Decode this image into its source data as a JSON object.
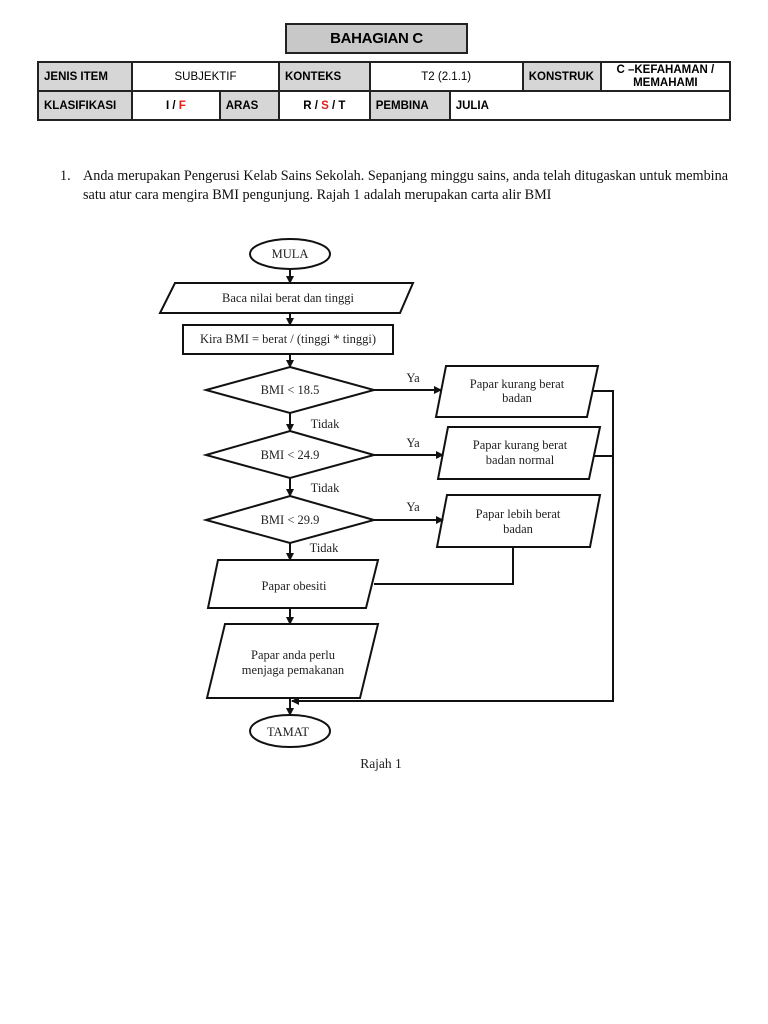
{
  "header": {
    "title": "BAHAGIAN C"
  },
  "meta_table": {
    "jenis_item_label": "JENIS ITEM",
    "jenis_item_value": "SUBJEKTIF",
    "konteks_label": "KONTEKS",
    "konteks_value": "T2 (2.1.1)",
    "konstruk_label": "KONSTRUK",
    "konstruk_value_line1": "C –KEFAHAMAN /",
    "konstruk_value_line2": "MEMAHAMI",
    "klasifikasi_label": "KLASIFIKASI",
    "klasifikasi_options": [
      "I",
      "/",
      "F"
    ],
    "klasifikasi_selected": "F",
    "aras_label": "ARAS",
    "aras_options": [
      "R",
      "/",
      "S",
      "/",
      "T"
    ],
    "aras_selected": "S",
    "pembina_label": "PEMBINA",
    "pembina_value": "JULIA",
    "highlight_color": "#e0201b"
  },
  "question": {
    "number": "1.",
    "text": "Anda merupakan Pengerusi Kelab Sains Sekolah. Sepanjang minggu sains, anda telah ditugaskan untuk membina satu atur cara mengira BMI pengunjung. Rajah 1 adalah merupakan  carta alir BMI"
  },
  "flowchart": {
    "start": "MULA",
    "input": "Baca nilai berat dan tinggi",
    "process": "Kira BMI = berat / (tinggi * tinggi)",
    "decisions": [
      {
        "condition": "BMI < 18.5",
        "yes": "Ya",
        "no": "Tidak",
        "output_line1": "Papar kurang berat",
        "output_line2": "badan"
      },
      {
        "condition": "BMI < 24.9",
        "yes": "Ya",
        "no": "Tidak",
        "output_line1": "Papar kurang berat",
        "output_line2": "badan normal"
      },
      {
        "condition": "BMI < 29.9",
        "yes": "Ya",
        "no": "Tidak",
        "output_line1": "Papar lebih berat",
        "output_line2": "badan"
      }
    ],
    "obesity_output": "Papar obesiti",
    "advice_line1": "Papar anda perlu",
    "advice_line2": "menjaga pemakanan",
    "end": "TAMAT",
    "caption": "Rajah 1"
  }
}
